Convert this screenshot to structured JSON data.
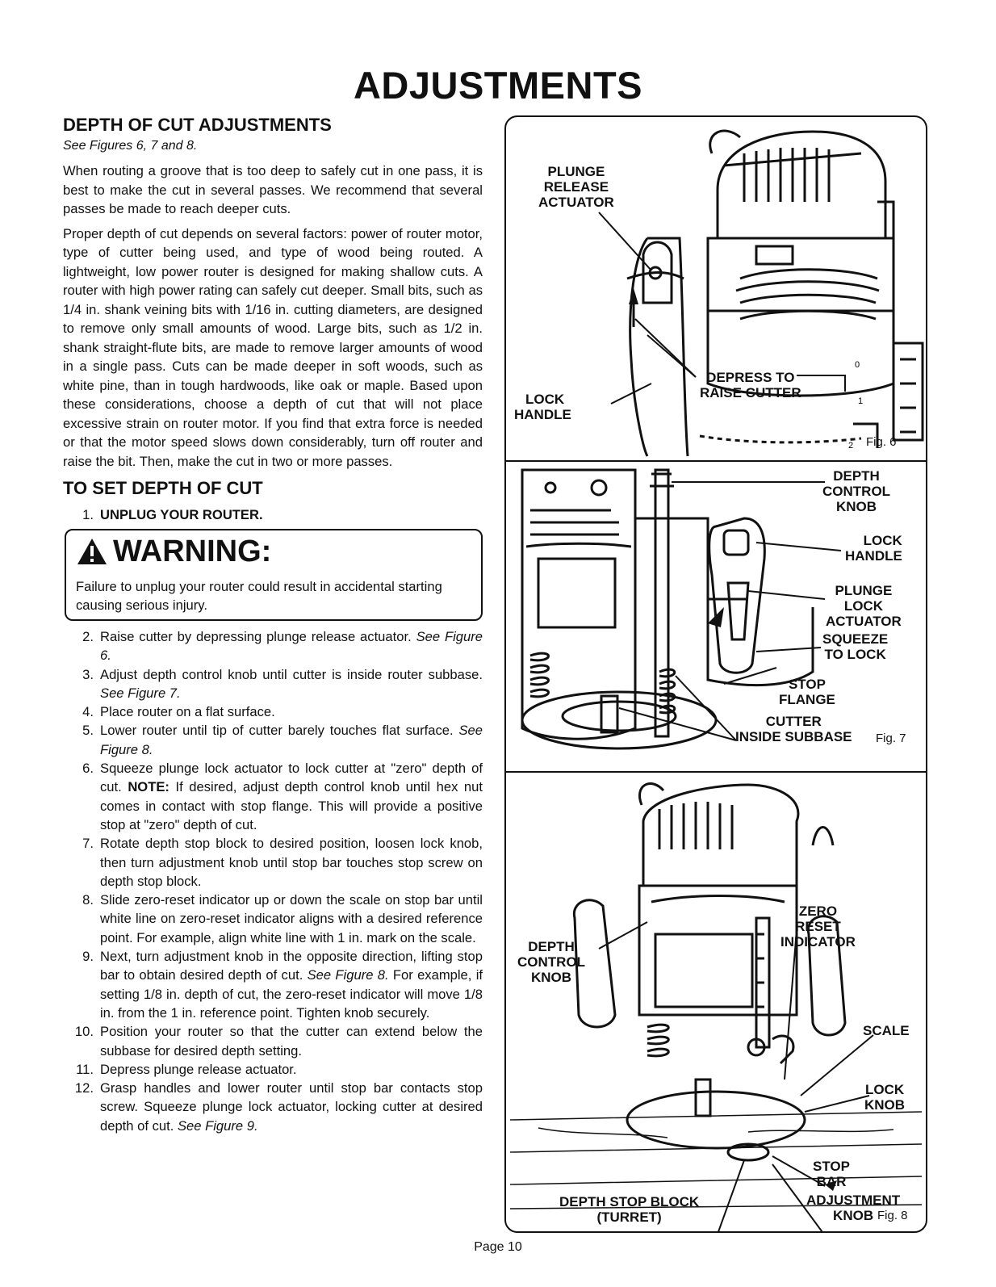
{
  "page_title": "ADJUSTMENTS",
  "section": {
    "heading": "DEPTH OF CUT ADJUSTMENTS",
    "see_figures": "See Figures 6, 7 and 8.",
    "paragraphs": [
      "When routing a groove that is too deep to safely cut in one pass, it is best to make the cut in several passes. We recommend that several passes be made to reach deeper cuts.",
      "Proper depth of cut depends on several factors: power of router motor, type of cutter being used, and type of wood being routed. A lightweight, low power router is designed for making shallow cuts. A router with high power rating can safely cut deeper. Small bits, such as 1/4 in. shank veining bits with 1/16 in. cutting diameters, are designed to remove only small amounts of wood. Large bits, such as 1/2 in. shank straight-flute bits, are made to remove larger amounts of wood in a single pass. Cuts can be made deeper in soft woods, such as white pine, than in tough hardwoods, like oak or maple. Based upon these considerations, choose a depth of cut that will not place excessive strain on router motor. If you find that extra force is needed or that the motor speed slows down considerably, turn off router and raise the bit. Then, make the cut in two or more passes."
    ]
  },
  "subsection": {
    "heading": "TO SET DEPTH OF CUT",
    "step1_num": "1.",
    "step1_text": "UNPLUG YOUR ROUTER."
  },
  "warning": {
    "title": "WARNING:",
    "text": "Failure to unplug your router could result in accidental starting causing serious injury."
  },
  "steps": [
    {
      "num": "2.",
      "text": "Raise cutter by depressing plunge release actuator.",
      "ref": "See Figure 6."
    },
    {
      "num": "3.",
      "text": "Adjust depth control knob until cutter is inside router subbase.",
      "ref": "See Figure 7."
    },
    {
      "num": "4.",
      "text": "Place router on a flat surface."
    },
    {
      "num": "5.",
      "text": "Lower router until tip of cutter barely touches flat surface.",
      "ref": "See Figure 8."
    },
    {
      "num": "6.",
      "text": "Squeeze plunge lock actuator to lock cutter at \"zero\" depth of cut.",
      "note_label": "NOTE:",
      "note_text": "If desired, adjust depth control knob until hex nut comes in contact with stop flange. This will provide a positive stop at \"zero\" depth of cut."
    },
    {
      "num": "7.",
      "text": "Rotate depth stop block to desired position, loosen lock knob, then turn adjustment knob until stop bar touches stop screw on depth stop block."
    },
    {
      "num": "8.",
      "text": "Slide zero-reset indicator up or down the scale on stop bar until white line on zero-reset indicator aligns with a desired reference point. For example, align white line with 1 in. mark on the scale."
    },
    {
      "num": "9.",
      "text": "Next, turn adjustment knob in the opposite direction, lifting stop bar to obtain desired depth of cut.",
      "ref": "See Figure 8.",
      "after": "For example, if setting 1/8 in. depth of cut, the zero-reset indicator will move 1/8 in. from the 1 in. reference point. Tighten knob securely."
    },
    {
      "num": "10.",
      "text": "Position your router so that the cutter can extend below the subbase for desired depth setting."
    },
    {
      "num": "11.",
      "text": "Depress plunge release actuator."
    },
    {
      "num": "12.",
      "text": "Grasp handles and lower router until stop bar contacts stop screw. Squeeze plunge lock actuator, locking cutter at desired depth of cut.",
      "ref": "See Figure 9."
    }
  ],
  "figures": {
    "fig6": {
      "label": "Fig. 6",
      "callouts": {
        "plunge_release": [
          "PLUNGE",
          "RELEASE",
          "ACTUATOR"
        ],
        "depress": [
          "DEPRESS TO",
          "RAISE CUTTER"
        ],
        "lock_handle": [
          "LOCK",
          "HANDLE"
        ]
      },
      "scale_marks": [
        "0",
        "1",
        "2"
      ]
    },
    "fig7": {
      "label": "Fig. 7",
      "callouts": {
        "depth_control": [
          "DEPTH",
          "CONTROL",
          "KNOB"
        ],
        "lock_handle": [
          "LOCK",
          "HANDLE"
        ],
        "plunge_lock": [
          "PLUNGE",
          "LOCK",
          "ACTUATOR"
        ],
        "squeeze": [
          "SQUEEZE",
          "TO LOCK"
        ],
        "stop_flange": [
          "STOP",
          "FLANGE"
        ],
        "cutter": [
          "CUTTER",
          "INSIDE SUBBASE"
        ]
      }
    },
    "fig8": {
      "label": "Fig. 8",
      "callouts": {
        "zero_reset": [
          "ZERO",
          "RESET",
          "INDICATOR"
        ],
        "depth_control": [
          "DEPTH",
          "CONTROL",
          "KNOB"
        ],
        "scale": [
          "SCALE"
        ],
        "lock_knob": [
          "LOCK",
          "KNOB"
        ],
        "adjustment": [
          "ADJUSTMENT",
          "KNOB"
        ],
        "stop_bar": [
          "STOP",
          "BAR"
        ],
        "depth_stop_block": [
          "DEPTH STOP BLOCK",
          "(TURRET)"
        ]
      }
    }
  },
  "page_number": "Page 10"
}
